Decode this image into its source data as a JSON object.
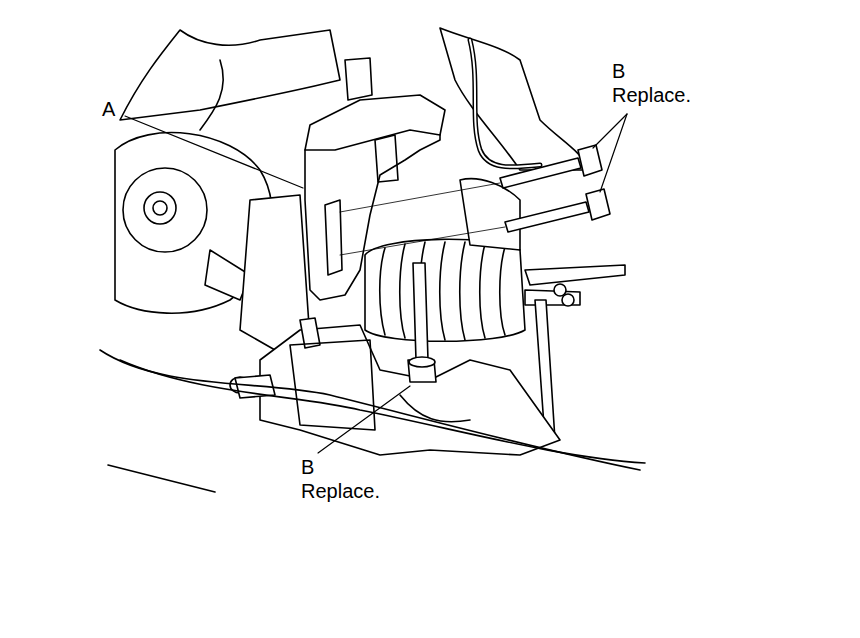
{
  "diagram": {
    "labels": [
      "A",
      "B",
      "Replace.",
      "B",
      "Replace."
    ]
  }
}
